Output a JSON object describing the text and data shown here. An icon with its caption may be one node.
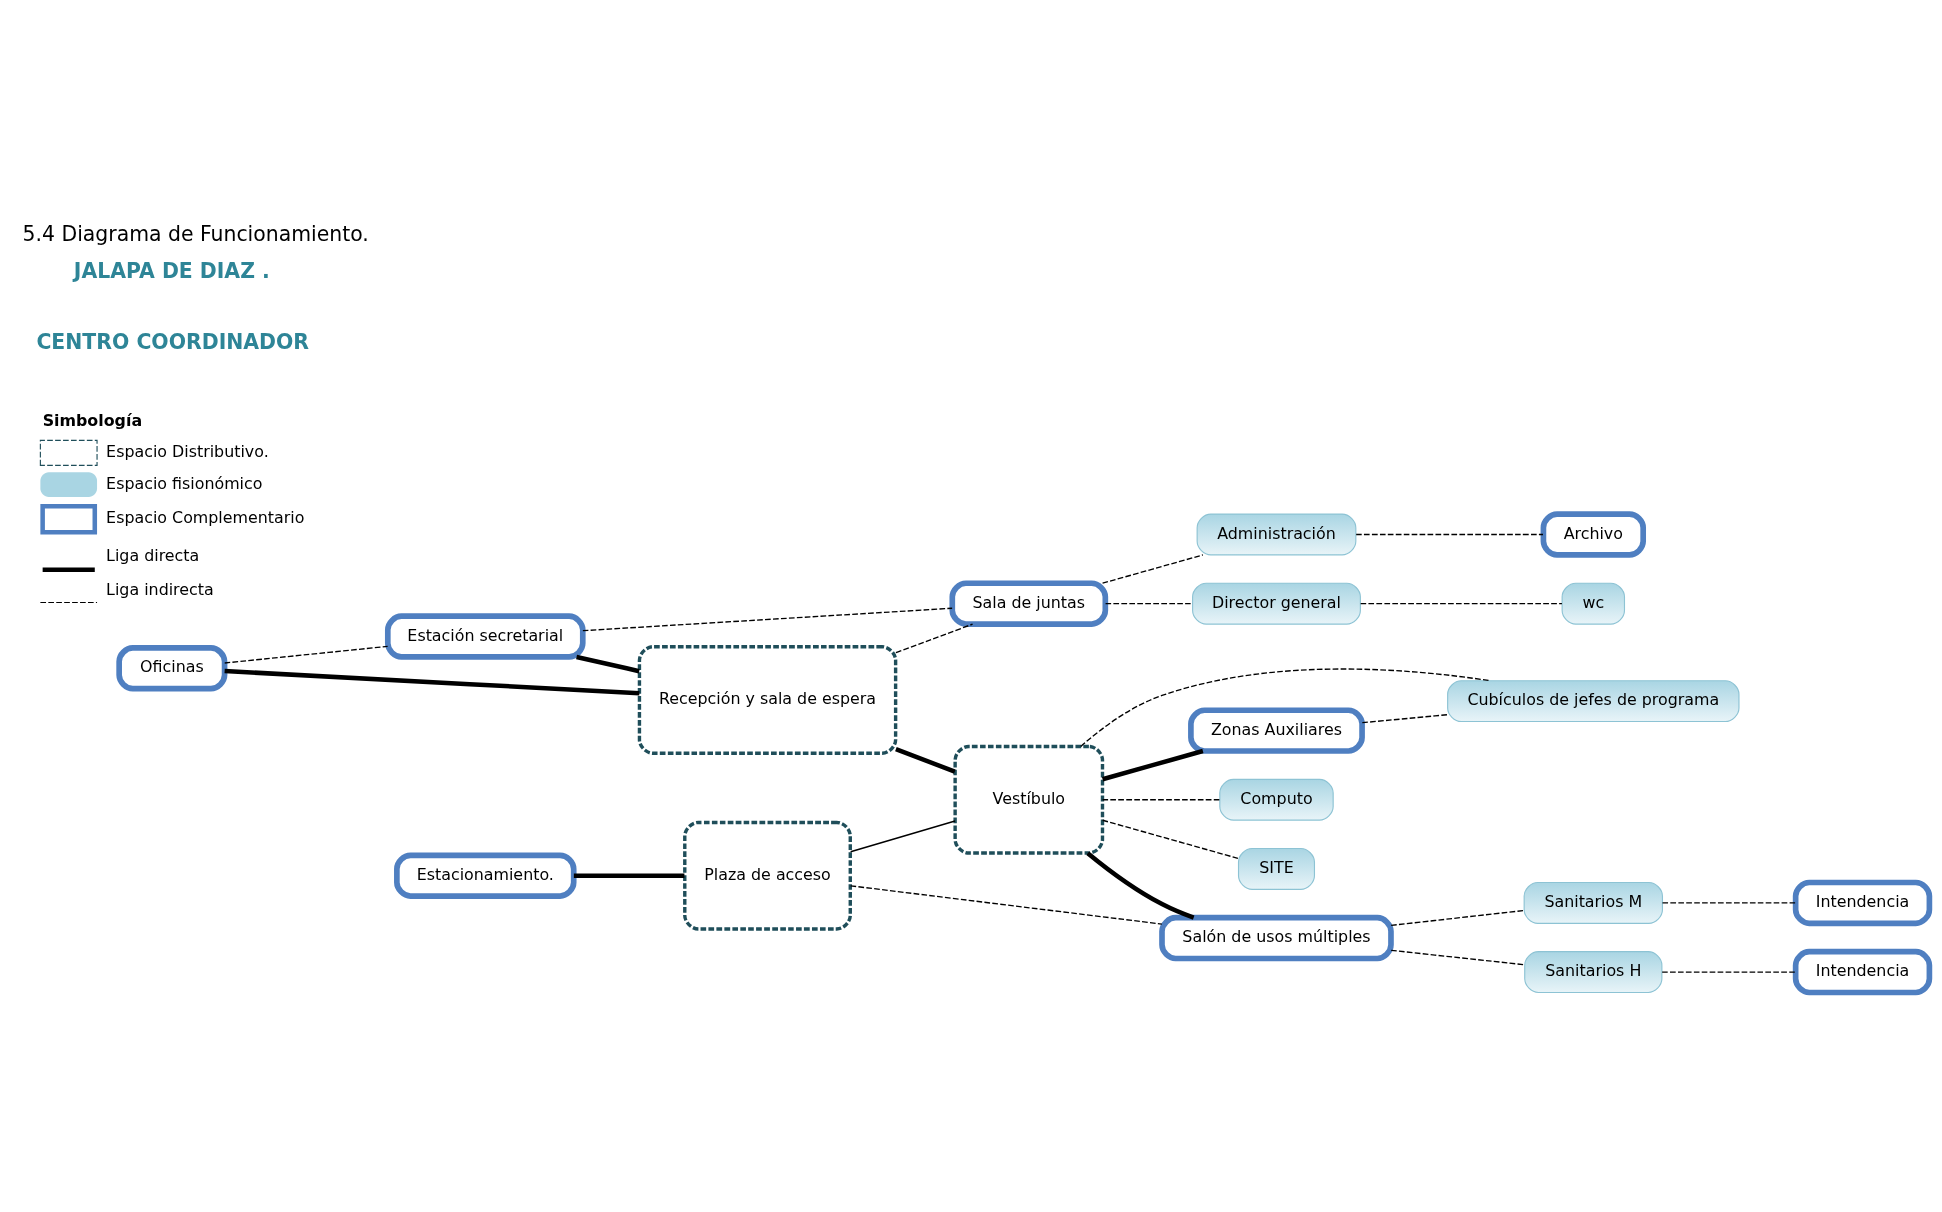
{
  "diagram": {
    "title": "5.4 Diagrama de Funcionamiento.",
    "nodes": [
      {
        "text": [
          "Plaza de acceso"
        ]
      },
      {
        "text": [
          "Estacionamiento."
        ]
      },
      {
        "text": [
          "Salón de usos múltiples"
        ]
      },
      {
        "text": [
          "Oficinas"
        ]
      },
      {
        "text": [
          "Recepción y sala de espera"
        ]
      },
      {
        "text": [
          "Vestíbulo"
        ]
      },
      {
        "text": [
          "Estación secretarial"
        ]
      },
      {
        "text": [
          "Sanitarios M"
        ]
      },
      {
        "text": [
          "Intendencia"
        ]
      },
      {
        "text": [
          "Sanitarios H"
        ]
      },
      {
        "text": [
          "Intendencia"
        ]
      },
      {
        "text": [
          "Sala de juntas"
        ]
      },
      {
        "text": [
          "Zonas Auxiliares"
        ]
      },
      {
        "text": [
          "Computo"
        ]
      },
      {
        "text": [
          "Director general"
        ]
      },
      {
        "text": [
          "wc"
        ]
      },
      {
        "text": [
          "SITE"
        ]
      },
      {
        "text": [
          "Administración"
        ]
      },
      {
        "text": [
          "Archivo"
        ]
      },
      {
        "text": [
          "Cubículos de jefes de programa"
        ]
      }
    ],
    "edges": [
      {
        "from": 1,
        "to": 0,
        "arrow": "none",
        "style": "thick"
      },
      {
        "from": 0,
        "to": 2,
        "arrow": "none",
        "style": "dashed"
      },
      {
        "from": 0,
        "to": 5,
        "arrow": "none"
      },
      {
        "from": 3,
        "to": 4,
        "arrow": "none",
        "style": "thick"
      },
      {
        "from": 6,
        "to": 4,
        "arrow": "none",
        "style": "thick"
      },
      {
        "from": 4,
        "to": 5,
        "arrow": "none",
        "style": "thick"
      },
      {
        "from": 5,
        "to": 2,
        "arrow": "none",
        "style": "thick"
      },
      {
        "from": 3,
        "to": 6,
        "arrow": "none",
        "style": "dashed"
      },
      {
        "from": 6,
        "to": 11,
        "arrow": "none",
        "style": "dashed"
      },
      {
        "from": 4,
        "to": 11,
        "arrow": "none",
        "style": "dashed"
      },
      {
        "from": 2,
        "to": 7,
        "arrow": "none",
        "style": "dashed"
      },
      {
        "from": 2,
        "to": 9,
        "arrow": "none",
        "style": "dashed"
      },
      {
        "from": 7,
        "to": 8,
        "arrow": "none",
        "style": "dashed"
      },
      {
        "from": 9,
        "to": 10,
        "arrow": "none",
        "style": "dashed"
      },
      {
        "from": 5,
        "to": 12,
        "arrow": "none",
        "style": "thick"
      },
      {
        "from": 5,
        "to": 13,
        "arrow": "none",
        "style": "dashed"
      },
      {
        "from": 5,
        "to": 16,
        "arrow": "none",
        "style": "dashed"
      },
      {
        "from": 5,
        "to": 19,
        "arrow": "none",
        "style": "dashed"
      },
      {
        "from": 11,
        "to": 14,
        "arrow": "none",
        "style": "dashed"
      },
      {
        "from": 11,
        "to": 17,
        "arrow": "none",
        "style": "dashed"
      },
      {
        "from": 14,
        "to": 15,
        "arrow": "none",
        "style": "dashed"
      },
      {
        "from": 17,
        "to": 18,
        "arrow": "none",
        "style": "dashed"
      },
      {
        "from": 12,
        "to": 19,
        "arrow": "none",
        "style": "dashed"
      }
    ],
    "labels": [
      "Simbología",
      "CENTRO COORDINADOR",
      "JALAPA DE DIAZ ."
    ],
    "legend": [
      {
        "text": "Espacio Distributivo."
      },
      {
        "text": "Espacio fisionómico",
        "color": "#a9d5e3"
      },
      {
        "text": "Espacio Complementario"
      },
      {
        "text": "Liga directa"
      },
      {
        "text": "Liga indirecta"
      }
    ]
  }
}
